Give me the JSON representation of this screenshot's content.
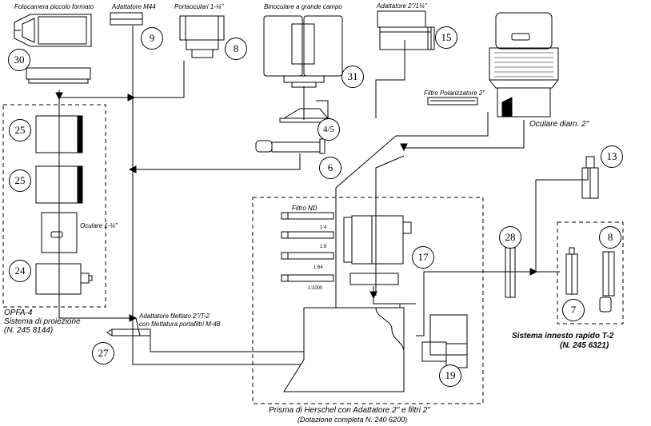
{
  "labels": {
    "camera": "Fotocamera piccolo formato",
    "adapter_m44": "Adattatore M44",
    "eyepiece_holder": "Portaoculari 1-¼\"",
    "binocular": "Binoculare a grande campo",
    "adapter_2": "Adattatore 2\"/1¼\"",
    "polarizer": "Filtro Polarizzatore 2\"",
    "eyepiece_2": "Oculare diam. 2\"",
    "eyepiece_125": "Oculare 1-¼\"",
    "nd_filter": "Filtro ND",
    "opfa_title": "OPFA-4",
    "opfa_system": "Sistema di proiezione",
    "opfa_code": "(N. 245 8144)",
    "threaded_adapter_1": "Adattatore filettato 2\"/T-2",
    "threaded_adapter_2": "con filettatura portafiltri M-48",
    "herschel_title": "Prisma di Herschel con Adattatore 2\" e filtri 2\"",
    "herschel_code": "(Dotazione completa N. 240 6200)",
    "t2_title": "Sistema innesto rapido T-2",
    "t2_code": "(N. 245 6321)"
  },
  "filter_ratios": [
    "1:4",
    "1:8",
    "1:64",
    "1:1000"
  ],
  "part_numbers": [
    "30",
    "9",
    "8",
    "31",
    "15",
    "4/5",
    "6",
    "13",
    "25",
    "25",
    "24",
    "17",
    "28",
    "8",
    "7",
    "27",
    "19"
  ]
}
